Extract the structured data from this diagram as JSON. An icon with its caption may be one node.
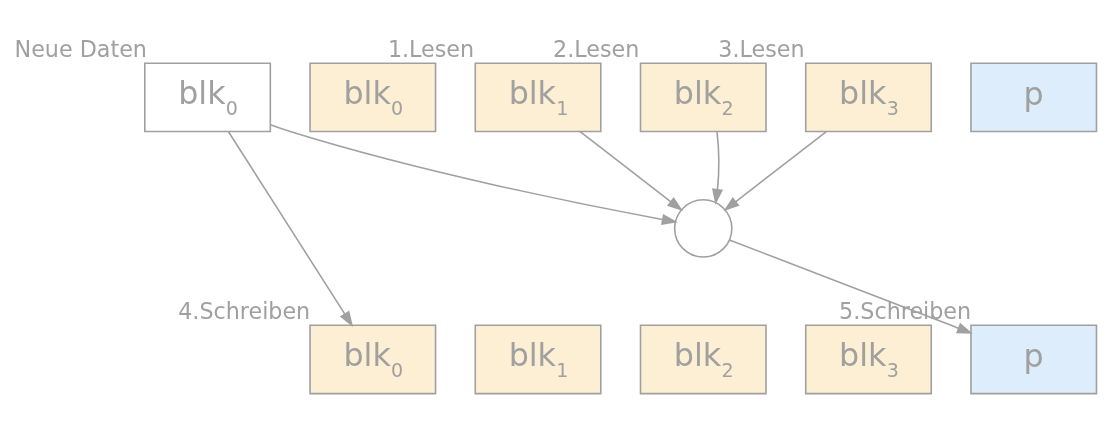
{
  "diagram": {
    "nodes": [
      {
        "text": [
          "blk$_{0}$"
        ],
        "beside": [
          "Neue Daten"
        ]
      },
      {
        "text": [
          "blk$_{0}$"
        ]
      },
      {
        "text": [
          "blk$_{1}$"
        ],
        "beside": [
          "1.Lesen"
        ]
      },
      {
        "text": [
          "blk$_{2}$"
        ],
        "beside": [
          "2.Lesen"
        ]
      },
      {
        "text": [
          "blk$_{3}$"
        ],
        "beside": [
          "3.Lesen"
        ]
      },
      {
        "text": [
          "p"
        ]
      },
      {
        "text": [],
        "shape": "circle"
      },
      {
        "text": [
          "blk$_{0}$"
        ],
        "beside": [
          "4.Schreiben"
        ]
      },
      {
        "text": [
          "blk$_{1}$"
        ]
      },
      {
        "text": [
          "blk$_{2}$"
        ]
      },
      {
        "text": [
          "blk$_{3}$"
        ]
      },
      {
        "text": [
          "p"
        ],
        "beside": [
          "5.Schreiben"
        ]
      }
    ],
    "edges": [
      {
        "from": 0,
        "to": 6,
        "arrow": "to"
      },
      {
        "from": 0,
        "to": 7,
        "arrow": "to"
      },
      {
        "from": 2,
        "to": 6,
        "arrow": "to"
      },
      {
        "from": 3,
        "to": 6,
        "arrow": "to"
      },
      {
        "from": 4,
        "to": 6,
        "arrow": "to"
      },
      {
        "from": 6,
        "to": 11,
        "arrow": "to"
      }
    ]
  }
}
